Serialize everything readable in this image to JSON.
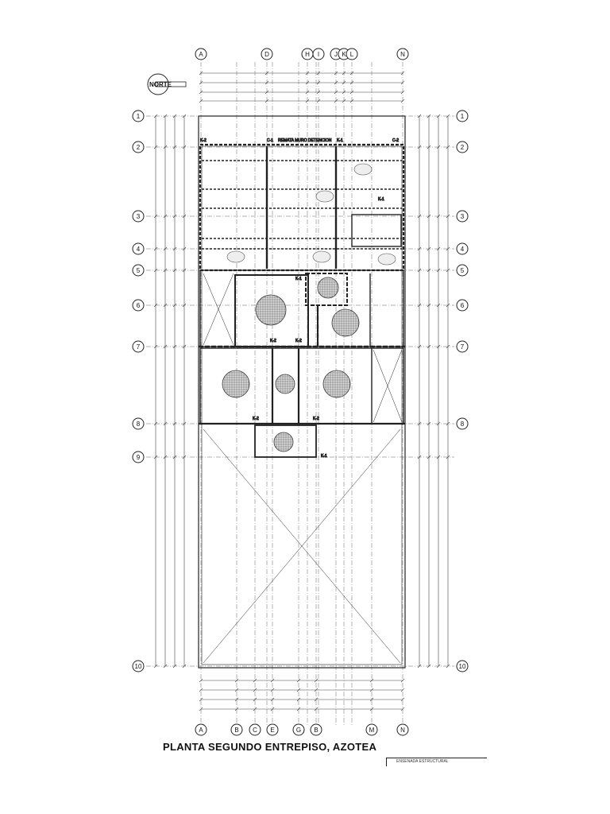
{
  "title": "PLANTA  SEGUNDO ENTREPISO, AZOTEA",
  "north_label": "NORTE",
  "titleblock_text": "ENSENADA ESTRUCTURAL",
  "axes_top": [
    "A",
    "D",
    "H",
    "I",
    "J",
    "K",
    "L",
    "N"
  ],
  "axes_bottom": [
    "A",
    "B",
    "C",
    "E",
    "G",
    "B",
    "M",
    "N"
  ],
  "axes_rows": [
    "1",
    "2",
    "3",
    "4",
    "5",
    "6",
    "7",
    "8",
    "9",
    "10"
  ],
  "element_labels": {
    "k2": "K-2",
    "k1": "K-1",
    "c1": "C-1",
    "c2": "C-2",
    "banner": "REMATA MURO DETENCION"
  }
}
